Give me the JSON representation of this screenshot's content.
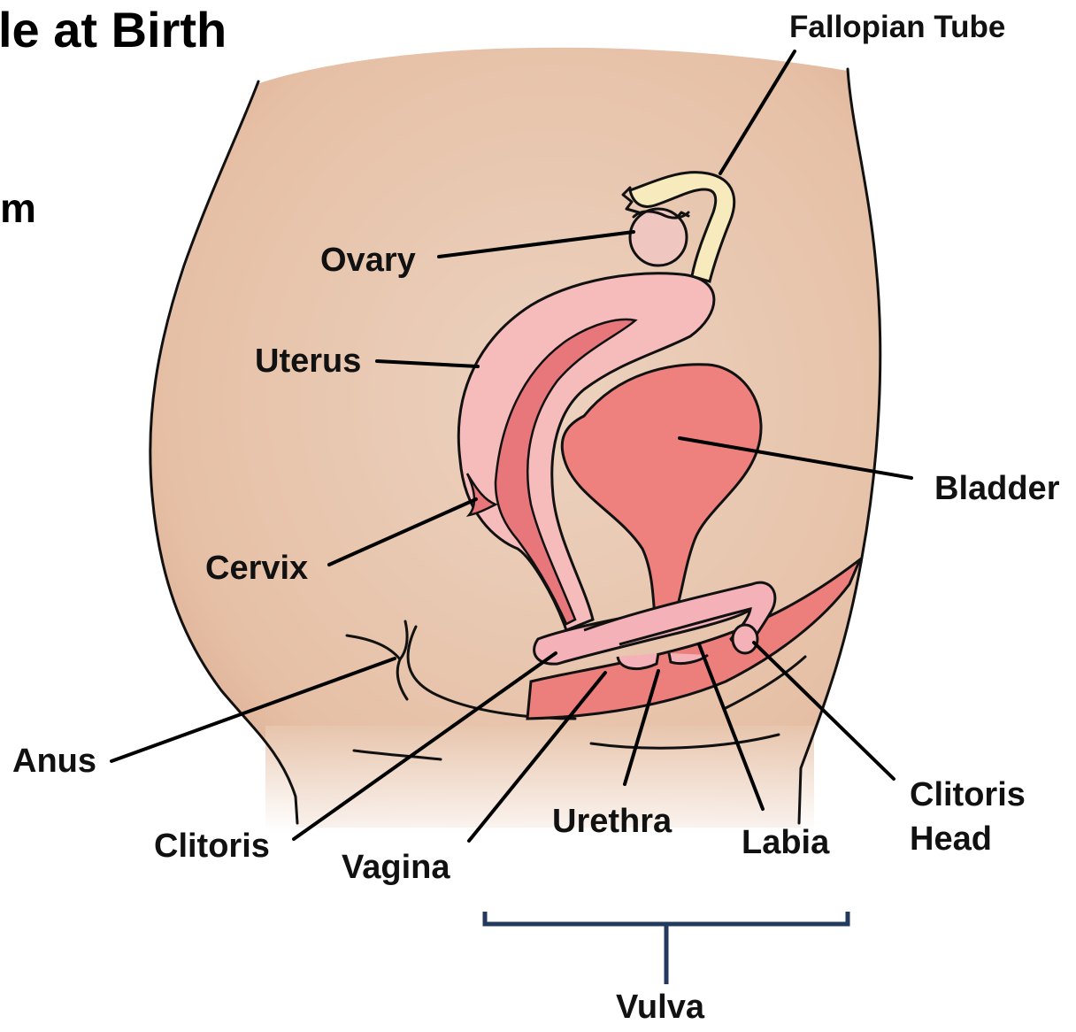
{
  "title_partial": "le at Birth",
  "title_fragment": "m",
  "labels": {
    "fallopian_tube": "Fallopian Tube",
    "ovary": "Ovary",
    "uterus": "Uterus",
    "bladder": "Bladder",
    "cervix": "Cervix",
    "anus": "Anus",
    "clitoris": "Clitoris",
    "vagina": "Vagina",
    "urethra": "Urethra",
    "labia": "Labia",
    "clitoris_head_1": "Clitoris",
    "clitoris_head_2": "Head",
    "vulva": "Vulva"
  },
  "colors": {
    "skin": "#e8c4aa",
    "skin_shadow": "#d9a98c",
    "uterus": "#f6b9b9",
    "uterus_inner": "#e8767a",
    "bladder": "#ef8480",
    "labia": "#f4b2b8",
    "ovary": "#efc6c0",
    "tube": "#f6e8b8",
    "bracket": "#233a5e"
  }
}
